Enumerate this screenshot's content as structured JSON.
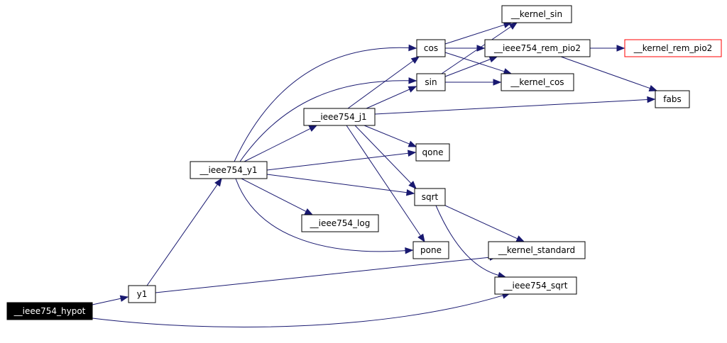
{
  "graph": {
    "colors": {
      "edge": "#191970",
      "root_fill": "#000000",
      "root_text": "#ffffff",
      "node_border": "#000000",
      "external_border": "#ff0000"
    },
    "nodes": {
      "hypot": {
        "label": "__ieee754_hypot",
        "role": "root"
      },
      "y1": {
        "label": "y1"
      },
      "y1i": {
        "label": "__ieee754_y1"
      },
      "j1": {
        "label": "__ieee754_j1"
      },
      "log": {
        "label": "__ieee754_log"
      },
      "cos": {
        "label": "cos"
      },
      "sin": {
        "label": "sin"
      },
      "qone": {
        "label": "qone"
      },
      "sqrt": {
        "label": "sqrt"
      },
      "pone": {
        "label": "pone"
      },
      "ksin": {
        "label": "__kernel_sin"
      },
      "rempio2": {
        "label": "__ieee754_rem_pio2"
      },
      "kcos": {
        "label": "__kernel_cos"
      },
      "kstandard": {
        "label": "__kernel_standard"
      },
      "isqrt": {
        "label": "__ieee754_sqrt"
      },
      "krempio2": {
        "label": "__kernel_rem_pio2",
        "role": "external"
      },
      "fabs": {
        "label": "fabs"
      }
    },
    "edges": [
      [
        "hypot",
        "y1"
      ],
      [
        "hypot",
        "isqrt"
      ],
      [
        "y1",
        "y1i"
      ],
      [
        "y1",
        "kstandard"
      ],
      [
        "y1i",
        "cos"
      ],
      [
        "y1i",
        "sin"
      ],
      [
        "y1i",
        "j1"
      ],
      [
        "y1i",
        "qone"
      ],
      [
        "y1i",
        "sqrt"
      ],
      [
        "y1i",
        "log"
      ],
      [
        "y1i",
        "pone"
      ],
      [
        "j1",
        "cos"
      ],
      [
        "j1",
        "sin"
      ],
      [
        "j1",
        "fabs"
      ],
      [
        "j1",
        "qone"
      ],
      [
        "j1",
        "sqrt"
      ],
      [
        "j1",
        "pone"
      ],
      [
        "cos",
        "ksin"
      ],
      [
        "cos",
        "rempio2"
      ],
      [
        "cos",
        "kcos"
      ],
      [
        "sin",
        "ksin"
      ],
      [
        "sin",
        "rempio2"
      ],
      [
        "sin",
        "kcos"
      ],
      [
        "rempio2",
        "krempio2"
      ],
      [
        "rempio2",
        "fabs"
      ],
      [
        "sqrt",
        "kstandard"
      ],
      [
        "sqrt",
        "isqrt"
      ]
    ]
  }
}
